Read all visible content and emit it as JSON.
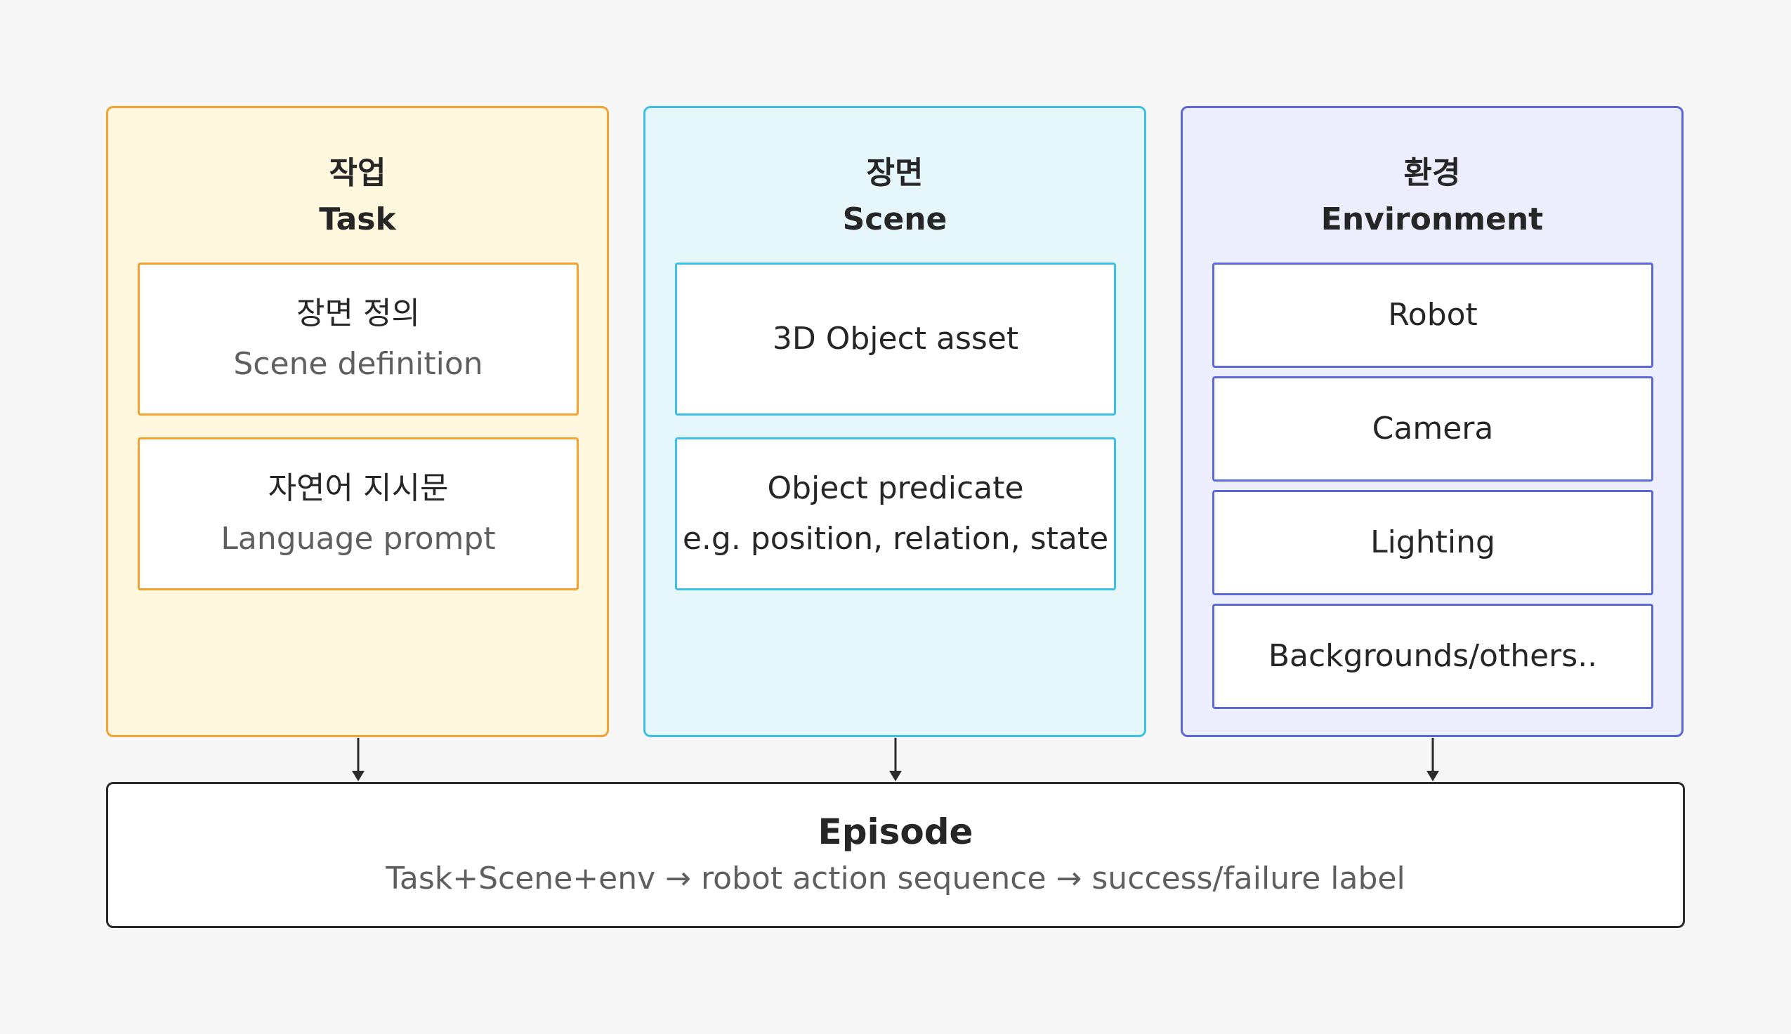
{
  "panels": {
    "task": {
      "title_ko": "작업",
      "title_en": "Task",
      "items": [
        {
          "ko": "장면 정의",
          "en": "Scene definition"
        },
        {
          "ko": "자연어 지시문",
          "en": "Language prompt"
        }
      ]
    },
    "scene": {
      "title_ko": "장면",
      "title_en": "Scene",
      "items": [
        {
          "line1": "3D Object asset"
        },
        {
          "line1": "Object predicate",
          "line2": "e.g. position, relation, state"
        }
      ]
    },
    "environment": {
      "title_ko": "환경",
      "title_en": "Environment",
      "items": [
        "Robot",
        "Camera",
        "Lighting",
        "Backgrounds/others.."
      ]
    }
  },
  "episode": {
    "title": "Episode",
    "subtitle": "Task+Scene+env → robot action sequence → success/failure label"
  },
  "colors": {
    "task_border": "#f4a233",
    "task_fill": "#fff7de",
    "scene_border": "#3ec0e6",
    "scene_fill": "#e6f7fc",
    "environment_border": "#5b68d8",
    "environment_fill": "#eceefd",
    "episode_border": "#2b2b2b"
  }
}
